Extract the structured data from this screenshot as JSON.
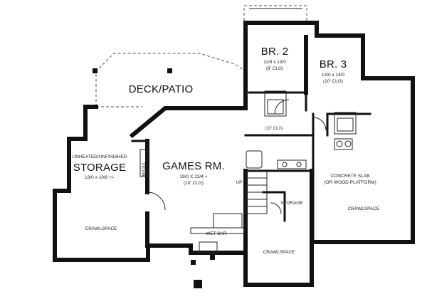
{
  "rooms": {
    "deck": {
      "name": "DECK/PATIO"
    },
    "storage": {
      "note": "UNHEATED/UNFINISHED",
      "name": "STORAGE",
      "dims": "13/0 x 10/8 +/-"
    },
    "media": {
      "name": "MEDIA"
    },
    "games": {
      "name": "GAMES RM.",
      "dims": "19/0 X 23/4 +",
      "clg": "(10' CLG)"
    },
    "br2": {
      "name": "BR. 2",
      "dims": "11/8 x 13/0",
      "clg": "(9' CLG)"
    },
    "br3": {
      "name": "BR. 3",
      "dims": "13/0 x 14/0",
      "clg": "(10' CLG)"
    },
    "hall_clg": {
      "text": "(10' CLG)"
    },
    "concrete": {
      "line1": "CONCRETE SLAB",
      "line2": "(OR WOOD PLATFORM)"
    },
    "crawl_left": {
      "name": "CRAWLSPACE"
    },
    "crawl_mid": {
      "name": "CRAWLSPACE"
    },
    "crawl_right": {
      "name": "CRAWLSPACE"
    },
    "storage_small": {
      "name": "STORAGE"
    },
    "wetbar": {
      "name": "WET BAR"
    },
    "stair": {
      "up": "UP"
    }
  }
}
